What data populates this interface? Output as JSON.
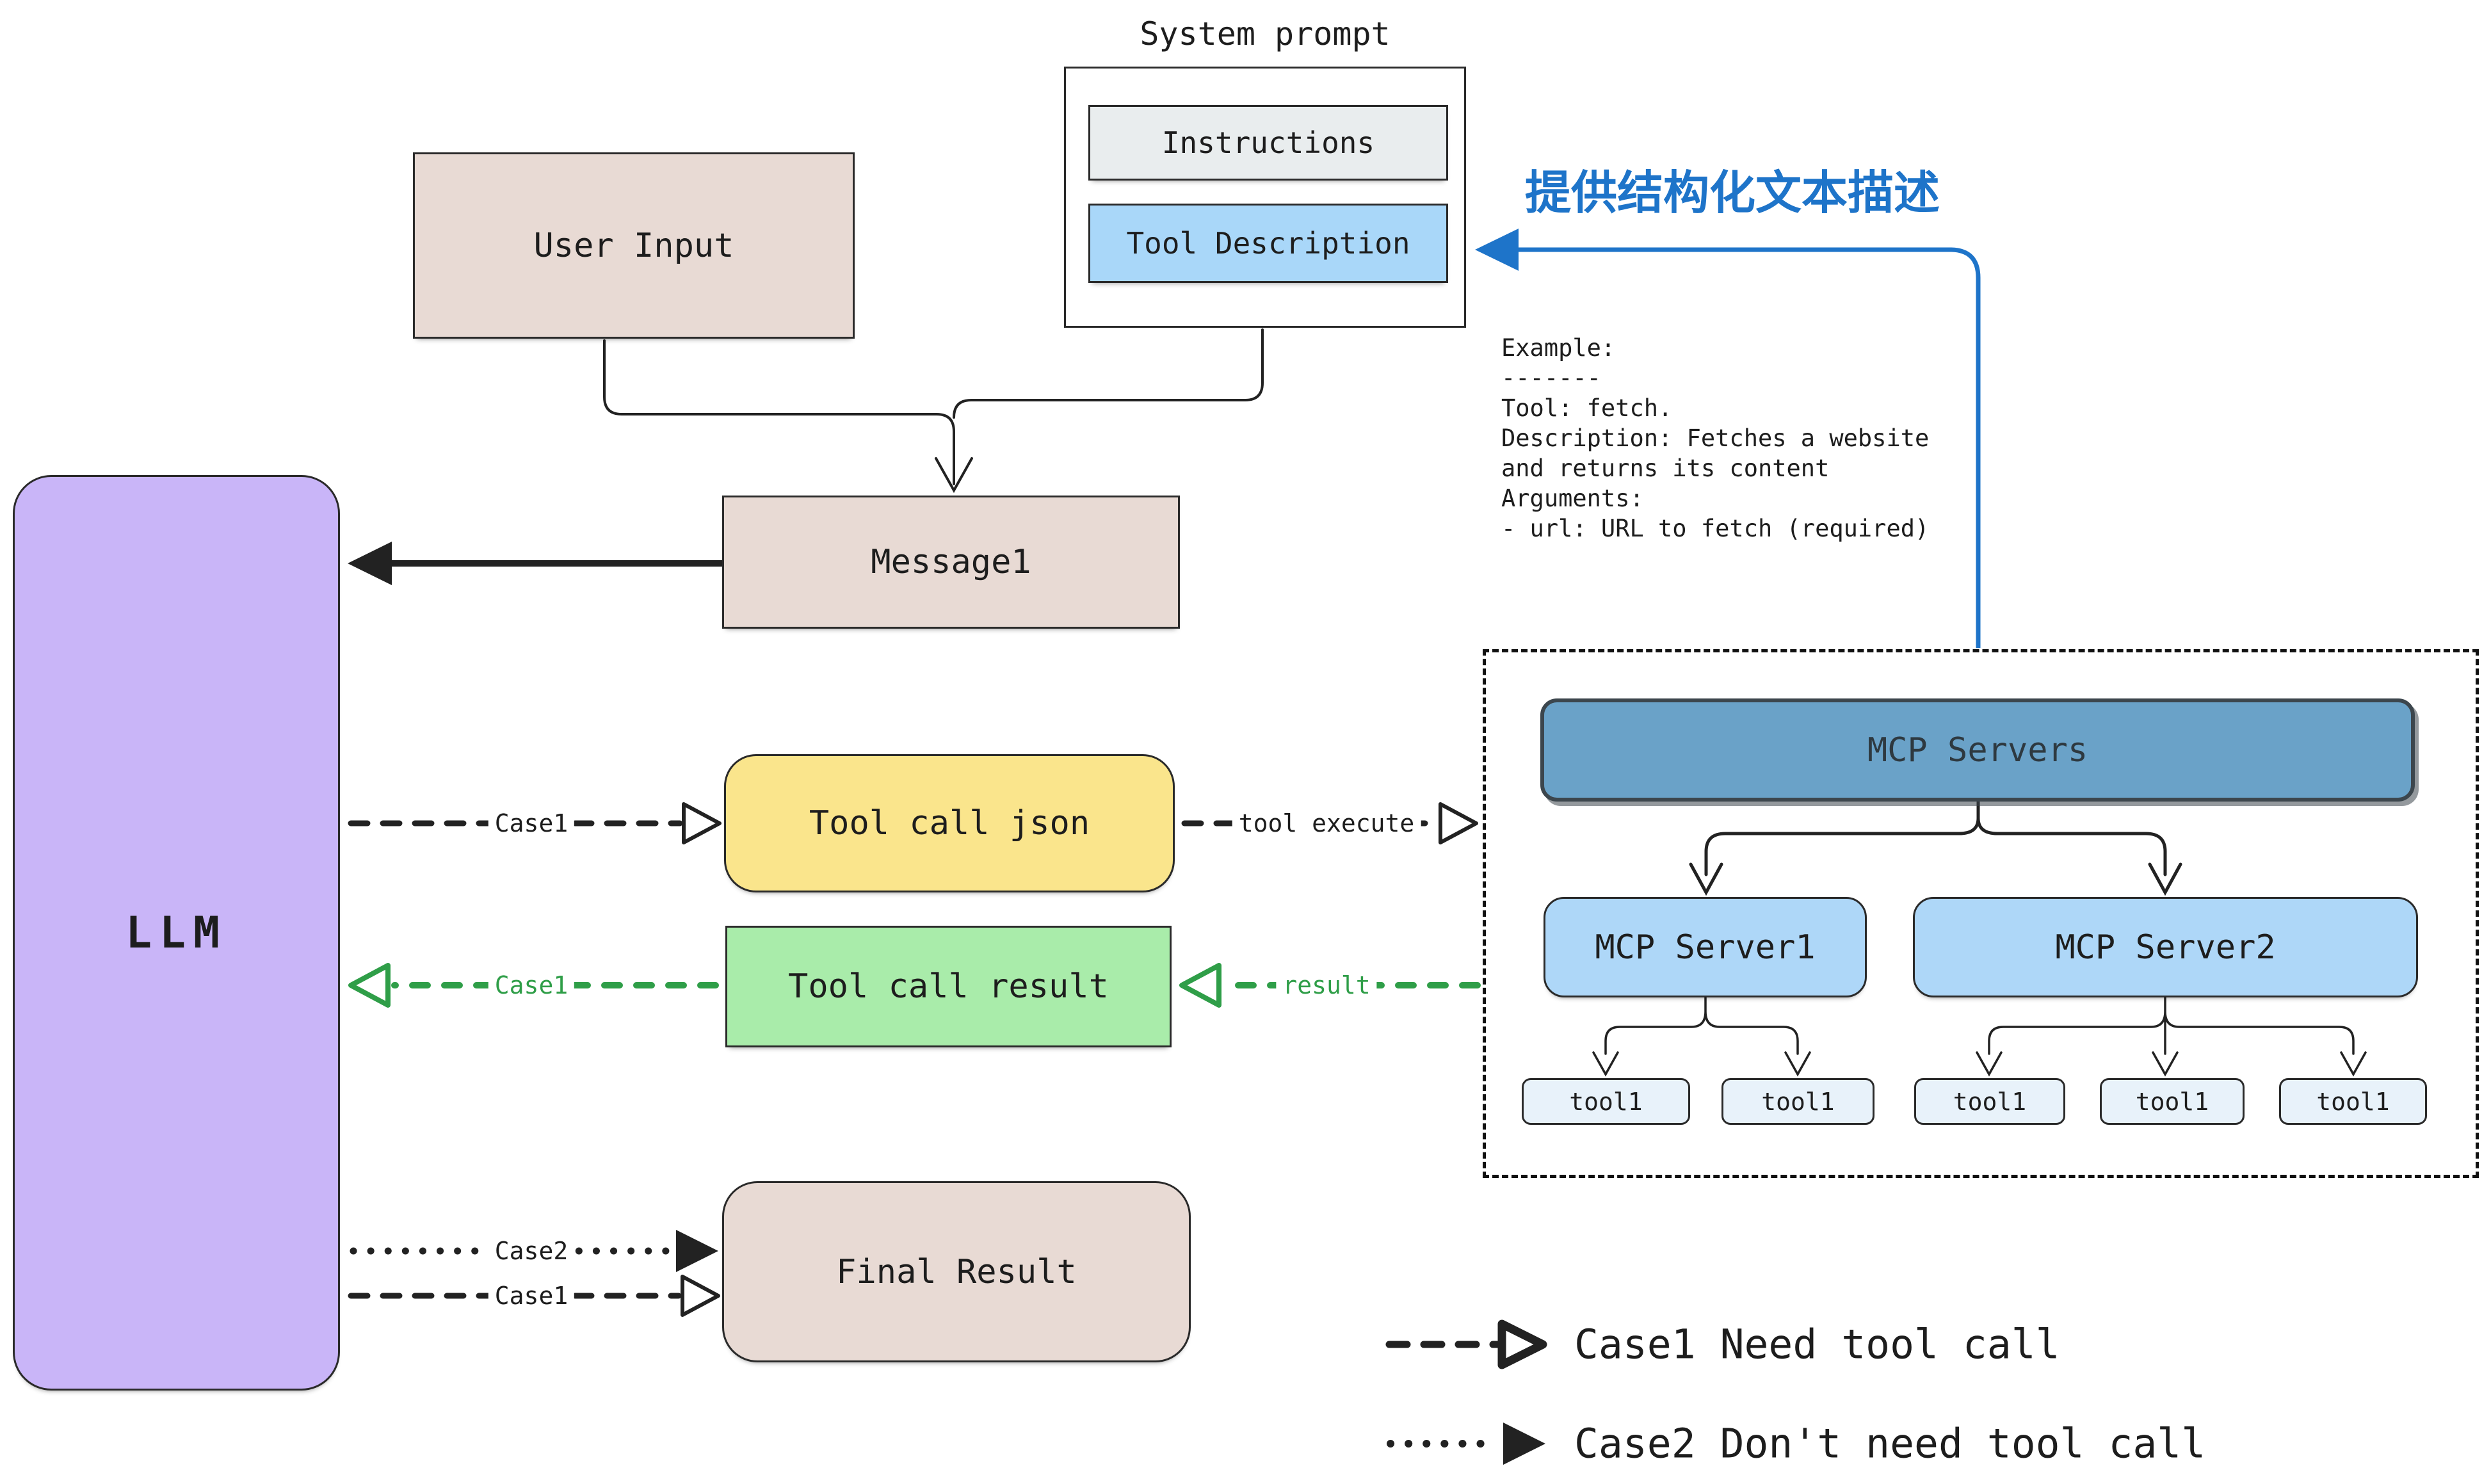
{
  "system_prompt": {
    "title": "System prompt",
    "instructions": "Instructions",
    "tool_description": "Tool Description"
  },
  "boxes": {
    "user_input": "User Input",
    "message1": "Message1",
    "llm": "LLM",
    "tool_call_json": "Tool call json",
    "tool_call_result": "Tool call result",
    "final_result": "Final Result"
  },
  "annotation": {
    "text": "提供结构化文本描述"
  },
  "example": {
    "lines": [
      "Example:",
      "-------",
      "Tool: fetch.",
      "Description: Fetches a website",
      "and returns its content",
      "Arguments:",
      "- url: URL to fetch (required)"
    ]
  },
  "mcp": {
    "servers_label": "MCP Servers",
    "server1": "MCP Server1",
    "server2": "MCP Server2",
    "tools": [
      "tool1",
      "tool1",
      "tool1",
      "tool1",
      "tool1"
    ]
  },
  "edges": {
    "case1": "Case1",
    "case2": "Case2",
    "tool_execute": "tool execute",
    "result": "result"
  },
  "legend": {
    "case1": "Case1 Need tool call",
    "case2": "Case2 Don't need tool call"
  },
  "colors": {
    "annotation_blue": "#1e74c9",
    "arrow_green": "#2f9e48",
    "llm_purple": "#c9b5f8",
    "note_beige": "#e8dad4",
    "json_yellow": "#fae58c",
    "result_green": "#a9ecaa",
    "instructions_gray": "#e9edee",
    "tool_desc_blue": "#a9d7f9",
    "mcp_header_blue": "#6aa2c8",
    "tool_chip_blue": "#e8f2fa"
  }
}
